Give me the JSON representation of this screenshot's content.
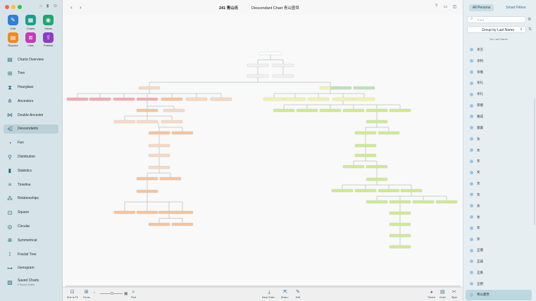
{
  "window": {
    "title_count": "241 青山氏",
    "title_chart": "Descendant Chart 青山壹世"
  },
  "tools": [
    {
      "label": "Edit",
      "icon": "pencil-icon",
      "color": "#2f7fd6",
      "glyph": "✎"
    },
    {
      "label": "Charts",
      "icon": "charts-icon",
      "color": "#1f9d8a",
      "glyph": "▦"
    },
    {
      "label": "Views",
      "icon": "eye-icon",
      "color": "#23a66a",
      "glyph": "◉"
    },
    {
      "label": "Reports",
      "icon": "reports-icon",
      "color": "#f08a24",
      "glyph": "▤"
    },
    {
      "label": "Lists",
      "icon": "lists-icon",
      "color": "#c43cb3",
      "glyph": "≣"
    },
    {
      "label": "Publish",
      "icon": "publish-icon",
      "color": "#8a3fc2",
      "glyph": "⇪"
    }
  ],
  "nav": [
    {
      "label": "Charts Overview",
      "icon": "charts-overview-icon",
      "glyph": "▤"
    },
    {
      "label": "Tree",
      "icon": "tree-icon",
      "glyph": "⊞"
    },
    {
      "label": "Hourglass",
      "icon": "hourglass-icon",
      "glyph": "⧗"
    },
    {
      "label": "Ancestors",
      "icon": "ancestors-icon",
      "glyph": "⋔"
    },
    {
      "label": "Double Ancestor",
      "icon": "double-ancestor-icon",
      "glyph": "⋈"
    },
    {
      "label": "Descendants",
      "icon": "descendants-icon",
      "glyph": "⋲",
      "active": true
    },
    {
      "label": "Fan",
      "icon": "fan-icon",
      "glyph": "◔"
    },
    {
      "label": "Distribution",
      "icon": "distribution-icon",
      "glyph": "⚲"
    },
    {
      "label": "Statistics",
      "icon": "statistics-icon",
      "glyph": "▮"
    },
    {
      "label": "Timeline",
      "icon": "timeline-icon",
      "glyph": "≡"
    },
    {
      "label": "Relationships",
      "icon": "relationships-icon",
      "glyph": "⁂"
    },
    {
      "label": "Square",
      "icon": "square-icon",
      "glyph": "⊡"
    },
    {
      "label": "Circular",
      "icon": "circular-icon",
      "glyph": "◎"
    },
    {
      "label": "Symmetrical",
      "icon": "symmetrical-icon",
      "glyph": "⊕"
    },
    {
      "label": "Fractal Tree",
      "icon": "fractal-tree-icon",
      "glyph": "⟟"
    },
    {
      "label": "Genogram",
      "icon": "genogram-icon",
      "glyph": "⊶"
    },
    {
      "label": "Saved Charts",
      "sub": "0 Saved Charts",
      "icon": "saved-charts-icon",
      "glyph": "▧"
    }
  ],
  "toolbar_right": [
    "help-icon",
    "window-icon",
    "sidebar-icon"
  ],
  "bottombar": {
    "size_to_fit": "Size to Fit",
    "focus": "Focus",
    "find": "Find",
    "save_chart": "Save Chart...",
    "share": "Share...",
    "edit": "Edit",
    "theme": "Theme",
    "chart": "Chart",
    "style": "Style"
  },
  "right_panel": {
    "tab_all": "All Persons",
    "tab_smart": "Smart Filters",
    "find_placeholder": "Find",
    "group_by": "Group by Last Name",
    "section": "No Last Name",
    "persons": [
      "幸方",
      "幸利",
      "幸隆",
      "幸礼",
      "幸礼",
      "宗徳",
      "重成",
      "俊貴",
      "女",
      "女",
      "女",
      "女",
      "女",
      "女",
      "女",
      "女",
      "女",
      "女",
      "正徳",
      "正誠",
      "正真",
      "正把",
      "青山壹世"
    ],
    "selected_index": 22
  },
  "colors": {
    "accent": "#2f6f9e",
    "sidebar_bg": "#d6e4ea",
    "node_red": "#f4a9ad",
    "node_orange": "#f7c39a",
    "node_peach": "#f9d9bf",
    "node_yellow": "#f6f2a7",
    "node_lime": "#cdec8f",
    "node_green": "#b9e4b6",
    "node_neutral": "#f1f1f1"
  }
}
